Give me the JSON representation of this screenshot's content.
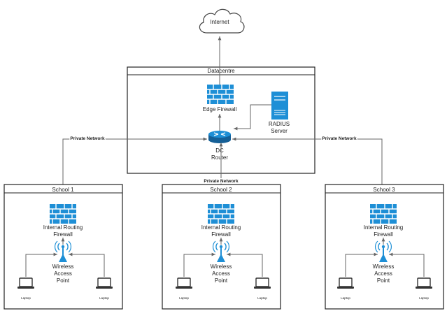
{
  "colors": {
    "device_blue": "#1e8fd6",
    "line": "#666666",
    "frame": "#222222"
  },
  "internet": {
    "label": "Internet",
    "icon": "cloud-icon"
  },
  "datacentre": {
    "title": "Datacentre",
    "edge_firewall": {
      "label": "Edge Firewall",
      "icon": "firewall-icon"
    },
    "radius_server": {
      "line1": "RADIUS",
      "line2": "Server",
      "icon": "server-icon"
    },
    "router": {
      "line1": "DC",
      "line2": "Router",
      "icon": "router-icon"
    }
  },
  "links": {
    "private_network_left": "Private Network",
    "private_network_center": "Private Network",
    "private_network_right": "Private Network"
  },
  "schools": [
    {
      "title": "School 1",
      "firewall_line1": "Internal Routing",
      "firewall_line2": "Firewall",
      "ap_line1": "Wireless",
      "ap_line2": "Access",
      "ap_line3": "Point",
      "laptop_left": "Laptop",
      "laptop_right": "Laptop"
    },
    {
      "title": "School 2",
      "firewall_line1": "Internal Routing",
      "firewall_line2": "Firewall",
      "ap_line1": "Wireless",
      "ap_line2": "Access",
      "ap_line3": "Point",
      "laptop_left": "Laptop",
      "laptop_right": "Laptop"
    },
    {
      "title": "School 3",
      "firewall_line1": "Internal Routing",
      "firewall_line2": "Firewall",
      "ap_line1": "Wireless",
      "ap_line2": "Access",
      "ap_line3": "Point",
      "laptop_left": "Laptop",
      "laptop_right": "Laptop"
    }
  ]
}
